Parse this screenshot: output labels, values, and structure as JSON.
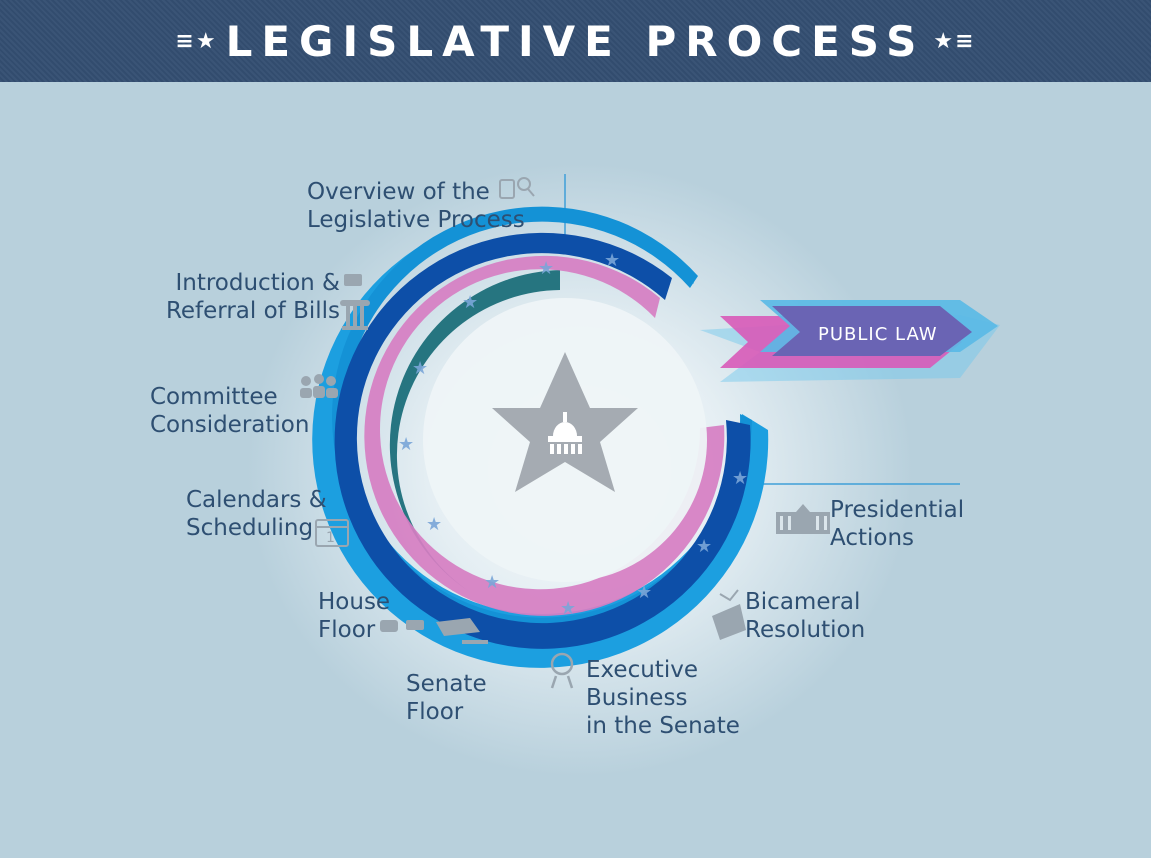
{
  "header": {
    "title": "LEGISLATIVE PROCESS"
  },
  "arrow_label": "PUBLIC LAW",
  "stages": [
    {
      "id": "overview",
      "lines": [
        "Overview of the",
        "Legislative Process"
      ],
      "icon": "document-search-icon"
    },
    {
      "id": "introduction",
      "lines": [
        "Introduction &",
        "Referral of Bills"
      ],
      "icon": "scroll-and-column-icon"
    },
    {
      "id": "committee",
      "lines": [
        "Committee",
        "Consideration"
      ],
      "icon": "committee-people-icon"
    },
    {
      "id": "calendars",
      "lines": [
        "Calendars &",
        "Scheduling"
      ],
      "icon": "calendar-icon"
    },
    {
      "id": "house",
      "lines": [
        "House",
        "Floor"
      ],
      "icon": "elephant-donkey-vote-icon"
    },
    {
      "id": "senate",
      "lines": [
        "Senate",
        "Floor"
      ],
      "icon": ""
    },
    {
      "id": "executive",
      "lines": [
        "Executive",
        "Business",
        "in the Senate"
      ],
      "icon": "award-ribbon-icon"
    },
    {
      "id": "bicameral",
      "lines": [
        "Bicameral",
        "Resolution"
      ],
      "icon": "handshake-icon"
    },
    {
      "id": "presidential",
      "lines": [
        "Presidential",
        "Actions"
      ],
      "icon": "white-house-icon"
    }
  ],
  "colors": {
    "header_bg": "#344f72",
    "background": "#b8d0dc",
    "text": "#2e4f72",
    "ring_outer": "#1aa0e0",
    "ring_mid": "#0d4faa",
    "ring_teal": "#1a6e78",
    "ring_pink": "#d77fc0",
    "icon_gray": "#9aa6b0",
    "arrow_purple": "#6a64b4",
    "arrow_pink": "#d64fb4",
    "arrow_light": "#5fc2ea"
  }
}
